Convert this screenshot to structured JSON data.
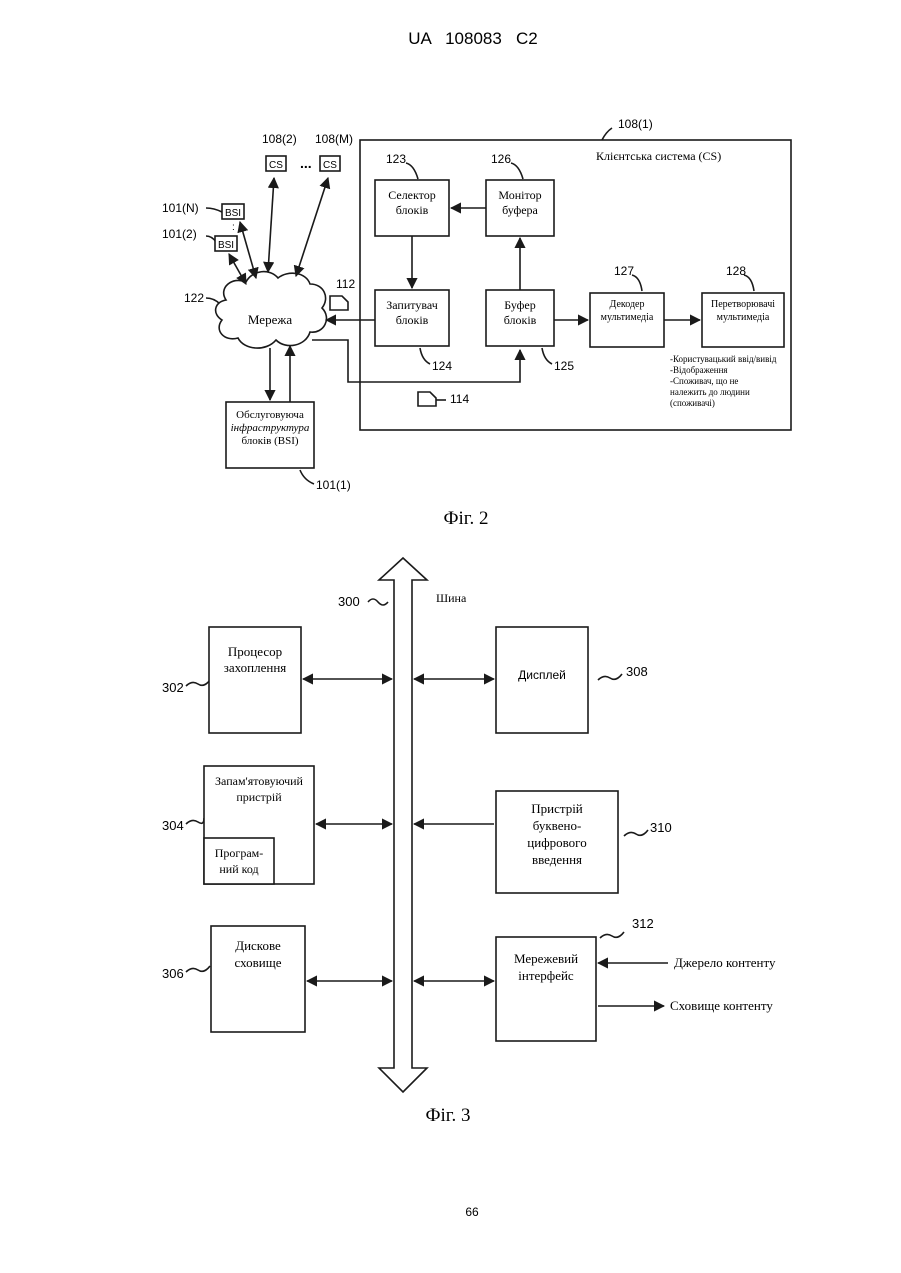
{
  "header": {
    "code": "UA   108083   C2"
  },
  "fig2": {
    "caption": "Фіг. 2",
    "ref_108_1": "108(1)",
    "client_system": "Клієнтська система (CS)",
    "cs_box_label": "CS",
    "ref_108_2": "108(2)",
    "ref_108_m": "108(M)",
    "ellipsis": "...",
    "bsi_label": "BSI",
    "ref_101_n": "101(N)",
    "ref_101_2": "101(2)",
    "ref_122": "122",
    "network": "Мережа",
    "ref_112": "112",
    "ref_114": "114",
    "ref_123": "123",
    "selector_l1": "Селектор",
    "selector_l2": "блоків",
    "ref_126": "126",
    "monitor_l1": "Монітор",
    "monitor_l2": "буфера",
    "requester_l1": "Запитувач",
    "requester_l2": "блоків",
    "ref_124": "124",
    "buffer_l1": "Буфер",
    "buffer_l2": "блоків",
    "ref_125": "125",
    "ref_127": "127",
    "decoder_l1": "Декодер",
    "decoder_l2": "мультимедіа",
    "ref_128": "128",
    "converters_l1": "Перетворювачі",
    "converters_l2": "мультимедіа",
    "note_1": "-Користувацький ввід/вивід",
    "note_2": "-Відображення",
    "note_3": "-Споживач, що не",
    "note_4": "належить до людини",
    "note_5": "(споживачі)",
    "bsi_box_l1": "Обслуговуюча",
    "bsi_box_l2": "інфраструктура",
    "bsi_box_l3": "блоків (BSI)",
    "ref_101_1": "101(1)"
  },
  "fig3": {
    "caption": "Фіг. 3",
    "ref_300": "300",
    "bus": "Шина",
    "ref_302": "302",
    "cpu_l1": "Процесор",
    "cpu_l2": "захоплення",
    "ref_308": "308",
    "display": "Дисплей",
    "ref_304": "304",
    "memory_l1": "Запам'ятовуючий",
    "memory_l2": "пристрій",
    "code_l1": "Програм-",
    "code_l2": "ний код",
    "ref_310": "310",
    "alnum_l1": "Пристрій",
    "alnum_l2": "буквено-",
    "alnum_l3": "цифрового",
    "alnum_l4": "введення",
    "ref_306": "306",
    "disk_l1": "Дискове",
    "disk_l2": "сховище",
    "ref_312": "312",
    "netif_l1": "Мережевий",
    "netif_l2": "інтерфейс",
    "content_source": "Джерело контенту",
    "content_storage": "Сховище контенту"
  },
  "footer": {
    "page_number": "66"
  }
}
